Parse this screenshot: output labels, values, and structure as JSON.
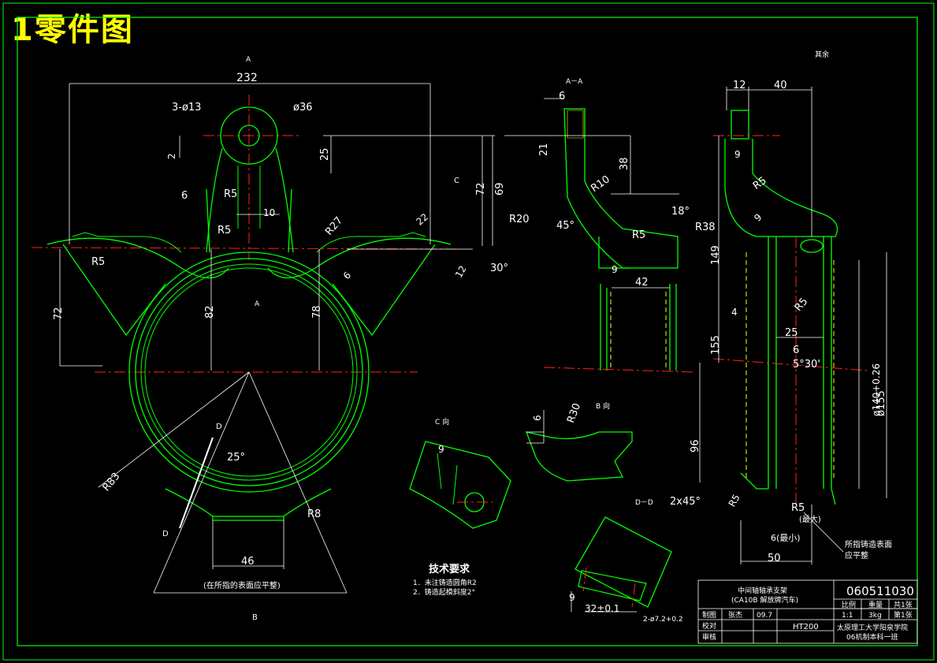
{
  "title": "1零件图",
  "surface_mark": "其余",
  "views": {
    "a_label_top": "A",
    "a_label_mid": "A",
    "section_aa": "A－A",
    "view_c": "C 向",
    "view_b": "B 向",
    "section_dd": "D－D",
    "arrow_c": "C",
    "arrow_d1": "D",
    "arrow_d2": "D",
    "arrow_b": "B"
  },
  "dims_front": {
    "d232": "232",
    "holes": "3-ø13",
    "d36": "ø36",
    "d2": "2",
    "d25": "25",
    "d6": "6",
    "r5a": "R5",
    "d10": "10",
    "r5b": "R5",
    "r27": "R27",
    "d22": "22",
    "r5c": "R5",
    "d72l": "72",
    "d82": "82",
    "d78": "78",
    "d72r": "72",
    "d69": "69",
    "d12": "12",
    "d6b": "6",
    "a30": "30°",
    "a25": "25°",
    "r83": "R83",
    "r8": "R8",
    "d46": "46",
    "note": "(在所指的表面应平整)"
  },
  "dims_aa": {
    "d6": "6",
    "d21": "21",
    "d38": "38",
    "r10": "R10",
    "r20": "R20",
    "a45": "45°",
    "a18": "18°",
    "r5": "R5",
    "r38": "R38",
    "d9": "9",
    "d42": "42"
  },
  "dims_side": {
    "d12": "12",
    "d40": "40",
    "d9": "9",
    "r5a": "R5",
    "d9b": "9",
    "d149": "149",
    "r5b": "R5",
    "d4": "4",
    "d25": "25",
    "d155": "155",
    "d6": "6",
    "a530": "5°30'",
    "d140": "ø140+0.26",
    "d155b": "ø155",
    "d96": "96",
    "c2x45": "2x45°",
    "r5c": "R5",
    "r5d": "R5",
    "max": "(最大)",
    "min": "6(最小)",
    "d50": "50",
    "note1": "所指铸造表面",
    "note2": "应平整"
  },
  "dims_b": {
    "d6": "6",
    "r30": "R30"
  },
  "dims_c": {
    "d9": "9"
  },
  "dims_dd": {
    "d9": "9",
    "d32": "32±0.1",
    "d2h": "2-ø7.2+0.2"
  },
  "tech": {
    "heading": "技术要求",
    "item1": "1．未注铸造圆角R2",
    "item2": "2．铸造起模斜度2°"
  },
  "titleblock": {
    "name1": "中间轴轴承支架",
    "name2": "(CA10B 解放牌汽车)",
    "number": "060511030",
    "h_scale": "比例",
    "h_weight": "重量",
    "h_total": "共1张",
    "v_scale": "1:1",
    "v_weight": "3kg",
    "v_sheet": "第1张",
    "r_draw": "制图",
    "r_check": "校对",
    "r_review": "审核",
    "drawer": "张杰",
    "date": "09.7",
    "material": "HT200",
    "school1": "太原理工大学阳泉学院",
    "school2": "06机制本科一班"
  }
}
